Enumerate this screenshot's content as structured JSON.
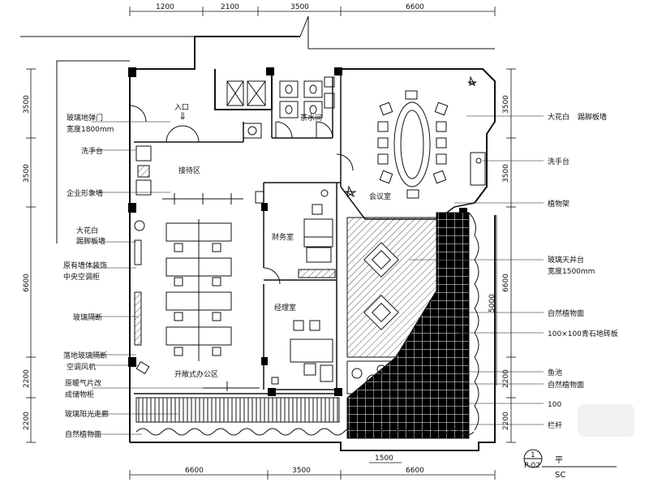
{
  "dims": {
    "top": [
      "1200",
      "2100",
      "3500",
      "6600"
    ],
    "bottom": [
      "6600",
      "3500",
      "6600"
    ],
    "bottom_inner": "1500",
    "left": [
      "3500",
      "3500",
      "6600",
      "2200",
      "2200"
    ],
    "right": [
      "3500",
      "3500",
      "6600",
      "2200",
      "2200"
    ],
    "right_inner": "5000"
  },
  "rooms": {
    "reception": "接待区",
    "finance": "财务室",
    "manager": "经理室",
    "meeting": "会议室",
    "open_office": "开敞式办公区",
    "tea": "茶水间",
    "entrance": "入口"
  },
  "left_labels": [
    "玻璃地弹门",
    "宽度1800mm",
    "洗手台",
    "企业形象墙",
    "大花白",
    "踢脚板墙",
    "原有墙体装饰",
    "中央空调柜",
    "玻璃隔断",
    "落地玻璃隔断",
    "空调风机",
    "原暖气片改",
    "成储物柜",
    "玻璃阳光走廊",
    "自然植物面"
  ],
  "right_labels": [
    "大花白",
    "踢脚板墙",
    "洗手台",
    "植物架",
    "玻璃天井台",
    "宽度1500mm",
    "自然植物面",
    "100×100青石地砖板",
    "鱼池",
    "自然植物面",
    "100",
    "栏杆"
  ],
  "drawing_no": {
    "num": "1",
    "code": "P-02",
    "title": "平",
    "scale": "SC"
  },
  "colors": {
    "line": "#111111",
    "paper": "#ffffff",
    "tile": "#000000"
  }
}
